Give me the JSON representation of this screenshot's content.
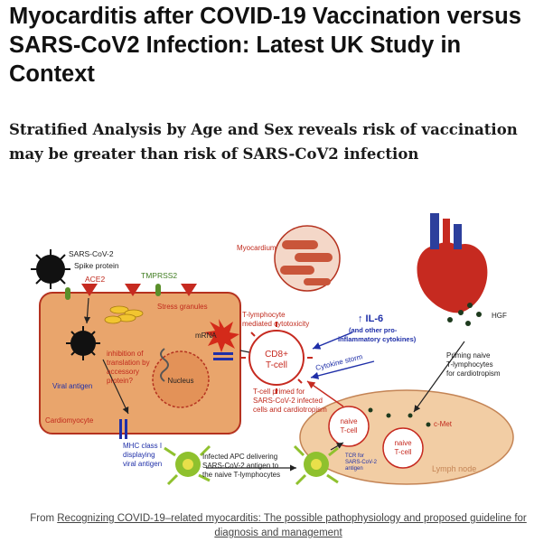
{
  "article": {
    "title": "Myocarditis after COVID-19 Vaccination versus SARS-CoV2 Infection: Latest UK Study in Context",
    "subtitle": "Stratified Analysis by Age and Sex reveals risk of vaccination may be greater than risk of SARS-CoV2 infection"
  },
  "figure": {
    "labels": {
      "sars_cov_2": "SARS-CoV-2",
      "spike_protein": "Spike protein",
      "ace2": "ACE2",
      "tmprss2": "TMPRSS2",
      "myocardium": "Myocardium",
      "stress_granules": "Stress granules",
      "mrna": "mRNA",
      "nucleus": "Nucleus",
      "inhibition_1": "inhibition of",
      "inhibition_2": "translation by",
      "inhibition_3": "accessory",
      "inhibition_4": "protein?",
      "viral_antigen": "Viral antigen",
      "cardiomyocyte": "Cardiomyocyte",
      "mhc_1": "MHC class I",
      "mhc_2": "displaying",
      "mhc_3": "viral antigen",
      "t_lymph_cyto_1": "T-lymphocyte",
      "t_lymph_cyto_2": "mediated cytotoxicity",
      "cd8_1": "CD8+",
      "cd8_2": "T-cell",
      "il6": "↑ IL-6",
      "il6_sub_1": "(and other pro-",
      "il6_sub_2": "inflammatory cytokines)",
      "cytokine_storm": "Cytokine storm",
      "tcell_primed_1": "T-cell primed for",
      "tcell_primed_2": "SARS-CoV-2 infected",
      "tcell_primed_3": "cells and cardiotropism",
      "hgf": "HGF",
      "priming_1": "Priming naive",
      "priming_2": "T-lymphocytes",
      "priming_3": "for cardiotropism",
      "naive_tcell_1": "naive",
      "naive_tcell_2": "T-cell",
      "cmet": "c-Met",
      "tcr_1": "TCR for",
      "tcr_2": "SARS-CoV-2",
      "tcr_3": "antigen",
      "lymph_node": "Lymph node",
      "apc_1": "Infected APC delivering",
      "apc_2": "SARS-CoV-2 antigen to",
      "apc_3": "the naive T-lymphocytes"
    }
  },
  "caption": {
    "prefix": "From ",
    "link_line1": "Recognizing COVID-19–related myocarditis: The possible pathophysiology and proposed guideline for",
    "link_line2": "diagnosis and management"
  },
  "colors": {
    "cell_fill": "#e9a56c",
    "cell_border": "#b5321f",
    "receptor_red": "#c62a20",
    "text_red": "#c0291c",
    "text_blue": "#1f2fa8",
    "lymph_fill": "#f2cda4",
    "apc_green": "#8fc12e",
    "tmprss2_green": "#5a8f2a"
  }
}
